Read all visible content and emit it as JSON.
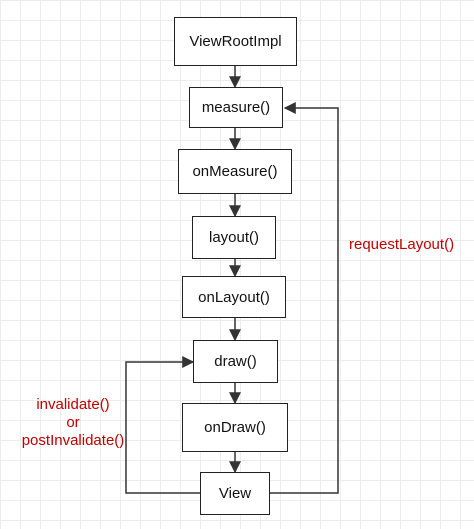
{
  "nodes": {
    "viewrootimpl": "ViewRootImpl",
    "measure": "measure()",
    "onmeasure": "onMeasure()",
    "layout": "layout()",
    "onlayout": "onLayout()",
    "draw": "draw()",
    "ondraw": "onDraw()",
    "view": "View"
  },
  "labels": {
    "request_layout": "requestLayout()",
    "invalidate": "invalidate()",
    "or": "or",
    "post_invalidate": "postInvalidate()"
  },
  "colors": {
    "line": "#222222",
    "label": "#c00000"
  }
}
